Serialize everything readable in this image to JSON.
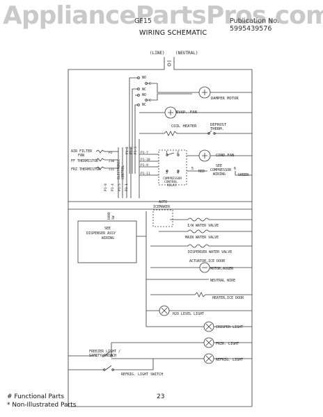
{
  "header": {
    "watermark": "AppliancePartsPros.com",
    "model_prefix": "GF15",
    "publication": "Publication No. 5995439576",
    "title": "WIRING SCHEMATIC"
  },
  "supply": {
    "line": "(LINE)",
    "neutral": "(NEUTRAL)"
  },
  "switch_labels": {
    "no": "NO",
    "c": "C",
    "nc": "NC"
  },
  "components": {
    "damper_motor": "DAMPER MOTOR",
    "evap_fan": "EVAP. FAN",
    "coil_heater": "COIL HEATER",
    "defrost_therm": [
      "DEFROST",
      "THERM."
    ],
    "cond_fan": "COND.FAN",
    "air_filter_fan": [
      "AIR FILTER",
      "FAN"
    ],
    "ff_thermistor": "FF THERMISTOR",
    "frz_thermistor": "FRZ THERMISTOR",
    "electronic_control": [
      "ELECTRONIC",
      "CONTROL"
    ],
    "compressor_relay": [
      "COMPRESSOR",
      "CONTROL",
      "RELAY"
    ],
    "see_compressor_wiring": [
      "SEE",
      "COMPRESSOR",
      "WIRING"
    ],
    "red": "RED",
    "green": "GREEN",
    "auto_icemaker": [
      "AUTO",
      "ICEMAKER"
    ],
    "door_switch_vert": [
      "DOOR",
      "SW"
    ],
    "see_dispenser_wiring": [
      "SEE",
      "DISPENSER ASSY",
      "WIRING"
    ],
    "iw_water_valve": "I/W WATER VALVE",
    "main_water_valve": "MAIN WATER VALVE",
    "dispenser_water_valve": "DISPENSER WATER VALVE",
    "actuator_ice_door": "ACTUATOR,ICE DOOR",
    "motor_auger": "MOTOR,AUGER",
    "neutral_wire": "NEUTRAL WIRE",
    "heater_ice_door": "HEATER,ICE DOOR",
    "h2o_level_light": "H2O LEVEL LIGHT",
    "crisper_light": "CRISPER LIGHT",
    "frzr_light": "FRZR. LIGHT",
    "refrig_light": "REFRIG. LIGHT",
    "freezer_light_switch": [
      "FREEZER LIGHT /",
      "SAFETY SWITCH"
    ],
    "refrig_light_switch": "REFRIG. LIGHT SWITCH"
  },
  "pins": {
    "p2": "P2",
    "j10": "J10",
    "j11": "J11",
    "p1_2": "P1-2",
    "p1_6": "P1-6",
    "p1_3": "P1-3",
    "p1_9": "P1-9",
    "p1_10": "P1-10",
    "p1_11": "P1-11",
    "p1_7": "P1-7",
    "p1_8": "P1-8",
    "p1_4": "P1-4",
    "p1_5": "P1-5",
    "p1_1": "P1-1",
    "t1": "1",
    "t2": "2",
    "t3": "3",
    "t4": "4",
    "t5": "5",
    "t6": "6"
  },
  "footer": {
    "functional": "# Functional Parts",
    "non_illustrated": "* Non-Illustrated Parts",
    "page_number": "23"
  }
}
